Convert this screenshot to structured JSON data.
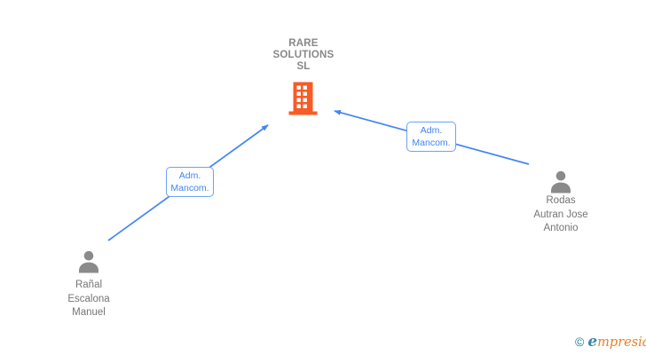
{
  "company": {
    "name": "RARE SOLUTIONS SL",
    "name_lines": [
      "RARE",
      "SOLUTIONS",
      "SL"
    ]
  },
  "persons": [
    {
      "name": "Rañal Escalona Manuel",
      "name_lines": [
        "Rañal",
        "Escalona",
        "Manuel"
      ],
      "role": "Adm. Mancom."
    },
    {
      "name": "Rodas Autran Jose Antonio",
      "name_lines": [
        "Rodas",
        "Autran Jose",
        "Antonio"
      ],
      "role": "Adm. Mancom."
    }
  ],
  "edges": [
    {
      "from": "Rañal Escalona Manuel",
      "to": "RARE SOLUTIONS SL",
      "label_lines": [
        "Adm.",
        "Mancom."
      ]
    },
    {
      "from": "Rodas Autran Jose Antonio",
      "to": "RARE SOLUTIONS SL",
      "label_lines": [
        "Adm.",
        "Mancom."
      ]
    }
  ],
  "watermark": {
    "copyright": "©",
    "brand": "empresia",
    "brand_initial": "e",
    "brand_rest": "mpresia"
  },
  "colors": {
    "arrow_blue": "#4285f4",
    "label_border_blue": "#6da2f7",
    "label_text_blue": "#4285f4",
    "building_orange": "#f95b26",
    "person_gray": "#8a8a8a",
    "company_text_gray": "#888888",
    "person_text_gray": "#757575",
    "logo_teal": "#0f7e8e",
    "logo_orange": "#ed7d23"
  }
}
